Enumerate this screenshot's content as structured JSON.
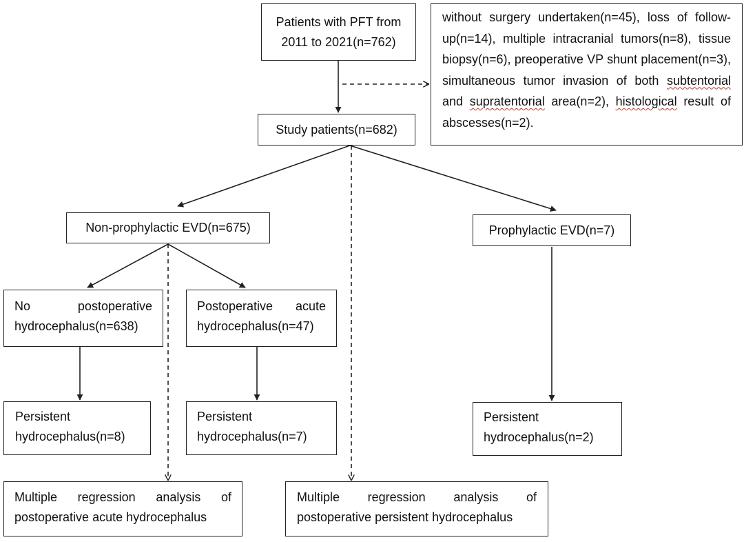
{
  "boxes": {
    "patients_all": [
      "Patients with PFT from",
      "2011 to 2021(n=762)"
    ],
    "exclusion": {
      "segments": [
        "without surgery undertaken(n=45), loss of follow-up(n=14), multiple intracranial tumors(n=8), tissue biopsy(n=6), preoperative VP shunt placement(n=3), simultaneous tumor invasion of both ",
        "subtentorial",
        " and ",
        "supratentorial",
        " area(n=2), ",
        "histological",
        " result of abscesses(n=2)."
      ]
    },
    "study_patients": "Study patients(n=682)",
    "non_prophylactic": "Non-prophylactic EVD(n=675)",
    "prophylactic": "Prophylactic EVD(n=7)",
    "no_postop_hydro": "No postoperative hydrocephalus(n=638)",
    "postop_acute_hydro": "Postoperative acute hydrocephalus(n=47)",
    "persistent_a": "Persistent hydrocephalus(n=8)",
    "persistent_b": "Persistent hydrocephalus(n=7)",
    "persistent_c": "Persistent hydrocephalus(n=2)",
    "regression_acute": "Multiple regression analysis of postoperative acute hydrocephalus",
    "regression_persistent": "Multiple regression analysis of postoperative persistent hydrocephalus"
  },
  "colors": {
    "line": "#222222",
    "spellcheck_underline": "#c0392b"
  }
}
